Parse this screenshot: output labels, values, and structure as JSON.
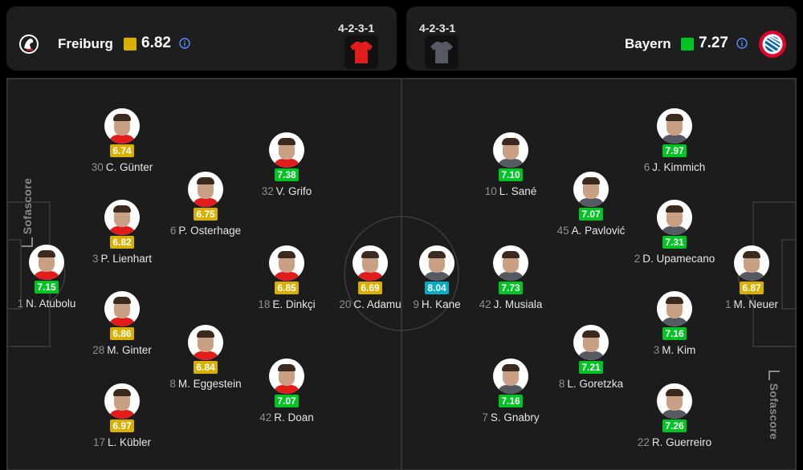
{
  "home": {
    "team": "Freiburg",
    "rating": "6.82",
    "rating_color": "#d9af00",
    "formation": "4-2-3-1",
    "shirt_color": "#e21b1b",
    "crest": "freiburg-crest-icon",
    "info_icon": "info-icon"
  },
  "away": {
    "team": "Bayern",
    "rating": "7.27",
    "rating_color": "#00c424",
    "formation": "4-2-3-1",
    "shirt_color": "#555a62",
    "crest": "bayern-crest-icon",
    "info_icon": "info-icon"
  },
  "watermark": "Sofascore",
  "players": [
    {
      "side": "home",
      "number": "1",
      "name": "N. Atubolu",
      "rating": "7.15",
      "color": "#00c424"
    },
    {
      "side": "home",
      "number": "30",
      "name": "C. Günter",
      "rating": "6.74",
      "color": "#d9af00"
    },
    {
      "side": "home",
      "number": "3",
      "name": "P. Lienhart",
      "rating": "6.82",
      "color": "#d9af00"
    },
    {
      "side": "home",
      "number": "28",
      "name": "M. Ginter",
      "rating": "6.86",
      "color": "#d9af00"
    },
    {
      "side": "home",
      "number": "17",
      "name": "L. Kübler",
      "rating": "6.97",
      "color": "#d9af00"
    },
    {
      "side": "home",
      "number": "6",
      "name": "P. Osterhage",
      "rating": "6.75",
      "color": "#d9af00"
    },
    {
      "side": "home",
      "number": "8",
      "name": "M. Eggestein",
      "rating": "6.84",
      "color": "#d9af00"
    },
    {
      "side": "home",
      "number": "32",
      "name": "V. Grifo",
      "rating": "7.38",
      "color": "#00c424"
    },
    {
      "side": "home",
      "number": "18",
      "name": "E. Dinkçi",
      "rating": "6.85",
      "color": "#d9af00"
    },
    {
      "side": "home",
      "number": "42",
      "name": "R. Doan",
      "rating": "7.07",
      "color": "#00c424"
    },
    {
      "side": "home",
      "number": "20",
      "name": "C. Adamu",
      "rating": "6.69",
      "color": "#d9af00"
    },
    {
      "side": "away",
      "number": "9",
      "name": "H. Kane",
      "rating": "8.04",
      "color": "#00adc4"
    },
    {
      "side": "away",
      "number": "10",
      "name": "L. Sané",
      "rating": "7.10",
      "color": "#00c424"
    },
    {
      "side": "away",
      "number": "42",
      "name": "J. Musiala",
      "rating": "7.73",
      "color": "#00c424"
    },
    {
      "side": "away",
      "number": "7",
      "name": "S. Gnabry",
      "rating": "7.16",
      "color": "#00c424"
    },
    {
      "side": "away",
      "number": "45",
      "name": "A. Pavlović",
      "rating": "7.07",
      "color": "#00c424"
    },
    {
      "side": "away",
      "number": "8",
      "name": "L. Goretzka",
      "rating": "7.21",
      "color": "#00c424"
    },
    {
      "side": "away",
      "number": "6",
      "name": "J. Kimmich",
      "rating": "7.97",
      "color": "#00c424"
    },
    {
      "side": "away",
      "number": "2",
      "name": "D. Upamecano",
      "rating": "7.31",
      "color": "#00c424"
    },
    {
      "side": "away",
      "number": "3",
      "name": "M. Kim",
      "rating": "7.16",
      "color": "#00c424"
    },
    {
      "side": "away",
      "number": "22",
      "name": "R. Guerreiro",
      "rating": "7.26",
      "color": "#00c424"
    },
    {
      "side": "away",
      "number": "1",
      "name": "M. Neuer",
      "rating": "6.87",
      "color": "#d9af00"
    }
  ]
}
